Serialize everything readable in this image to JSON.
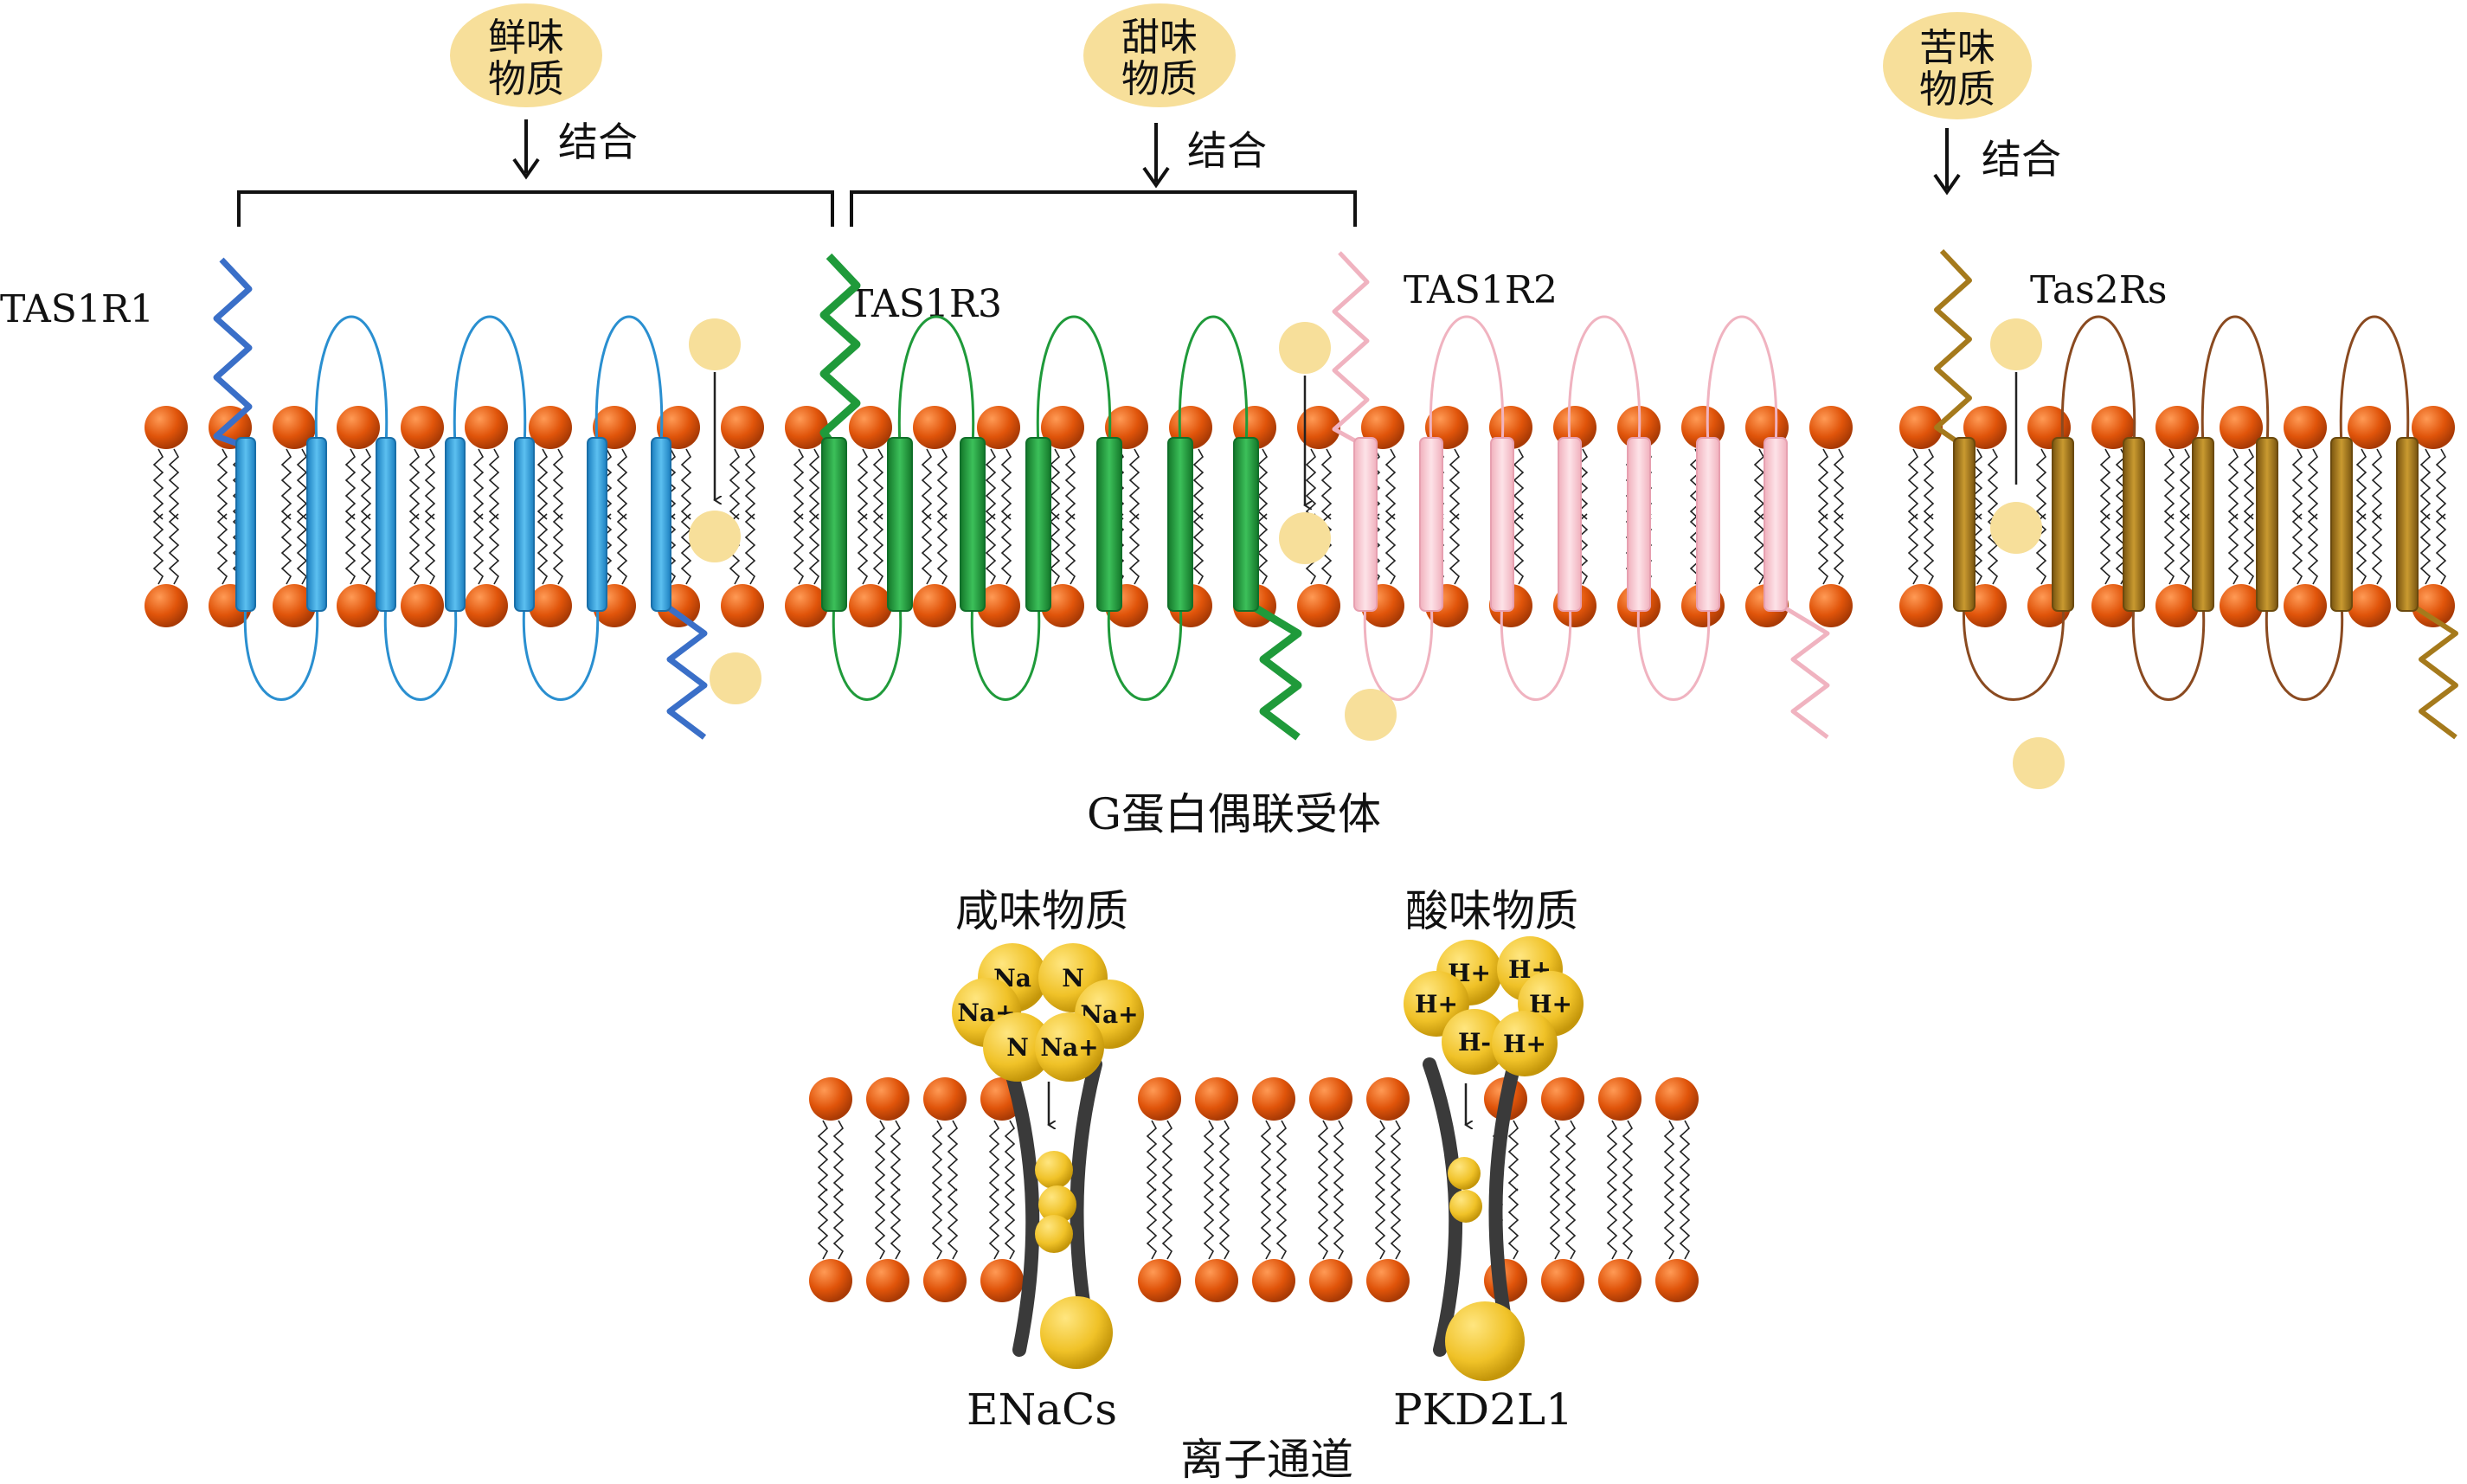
{
  "colors": {
    "umami": "#3a9fd8",
    "tas1r3": "#239a3a",
    "sweet": "#f4c3cc",
    "bitter": "#a57a1c",
    "head": "#e0540a",
    "ligand": "#f7df9a",
    "ion": "#f0c228"
  },
  "stimuli": {
    "umami": {
      "line1": "鲜味",
      "line2": "物质",
      "binding": "结合"
    },
    "sweet": {
      "line1": "甜味",
      "line2": "物质",
      "binding": "结合"
    },
    "bitter": {
      "line1": "苦味",
      "line2": "物质",
      "binding": "结合"
    }
  },
  "receptors": {
    "tas1r1": "TAS1R1",
    "tas1r3": "TAS1R3",
    "tas1r2": "TAS1R2",
    "tas2rs": "Tas2Rs"
  },
  "gpcr_caption": "G蛋白偶联受体",
  "salty": {
    "label": "咸味物质",
    "ions": [
      "Na",
      "N",
      "Na+",
      "Na+",
      "N",
      "Na+"
    ],
    "channel": "ENaCs"
  },
  "sour": {
    "label": "酸味物质",
    "ions": [
      "H+",
      "H+",
      "H+",
      "H+",
      "H-",
      "H+"
    ],
    "channel": "PKD2L1"
  },
  "ion_channel_caption": "离子通道"
}
